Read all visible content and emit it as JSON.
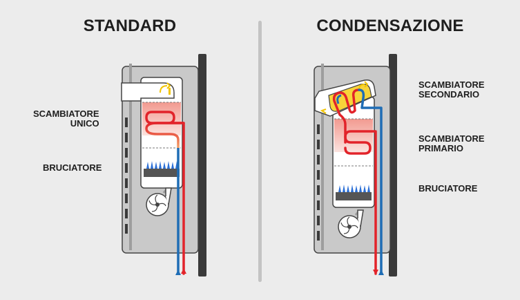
{
  "left": {
    "title": "STANDARD",
    "labels": {
      "exchanger": [
        "SCAMBIATORE",
        "UNICO"
      ],
      "burner": "BRUCIATORE"
    }
  },
  "right": {
    "title": "CONDENSAZIONE",
    "labels": {
      "secondary": [
        "SCAMBIATORE",
        "SECONDARIO"
      ],
      "primary": [
        "SCAMBIATORE",
        "PRIMARIO"
      ],
      "burner": "BRUCIATORE"
    }
  },
  "colors": {
    "hot_water": "#e2232a",
    "cold_water": "#1f6db5",
    "flame": "#2b6fd6",
    "heat_glow": "#f5a9a0",
    "secondary_exchanger": "#f7d43a",
    "boiler_body": "#c9c9c9",
    "wall": "#3a3a3a"
  }
}
